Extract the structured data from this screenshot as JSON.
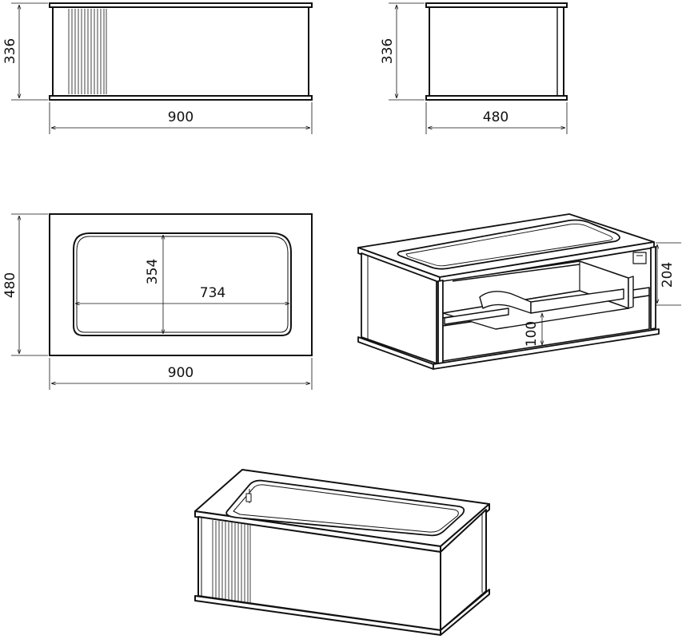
{
  "diagram": {
    "front_view": {
      "height_label": "336",
      "width_label": "900"
    },
    "side_view": {
      "height_label": "336",
      "depth_label": "480"
    },
    "top_view": {
      "depth_label": "480",
      "width_label": "900",
      "inner_height_label": "354",
      "inner_width_label": "734"
    },
    "open_drawer_view": {
      "drawer_height_label": "204",
      "drawer_inner_label": "100"
    },
    "closed_view": {}
  },
  "colors": {
    "line": "#111111",
    "background": "#ffffff"
  }
}
